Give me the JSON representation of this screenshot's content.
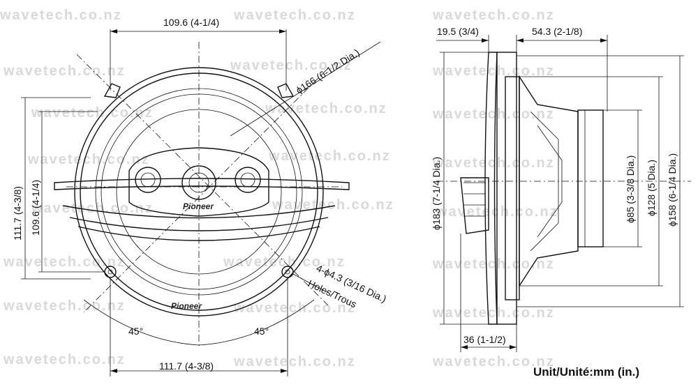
{
  "watermark": "wavetech.co.nz",
  "front_view": {
    "width_top": "109.6 (4-1/4)",
    "diameter": "ϕ166 (6-1/2 Dia.)",
    "height_inner": "109.6 (4-1/4)",
    "height_outer": "111.7 (4-3/8)",
    "angle_left": "45°",
    "angle_right": "45°",
    "holes_line1": "4-ϕ4.3 (3/16 Dia.)",
    "holes_line2": "Holes/Trous",
    "width_bottom": "111.7 (4-3/8)",
    "brand": "Pioneer"
  },
  "side_view": {
    "flange_depth": "19.5 (3/4)",
    "mount_depth": "54.3 (2-1/8)",
    "overall_dia": "ϕ183 (7-1/4 Dia.)",
    "magnet_dia": "ϕ85 (3-3/8 Dia.)",
    "cone_dia": "ϕ128 (5 Dia.)",
    "frame_dia": "ϕ158 (6-1/4 Dia.)",
    "grille_depth": "36 (1-1/2)"
  },
  "unit_label": "Unit/Unité:mm (in.)"
}
